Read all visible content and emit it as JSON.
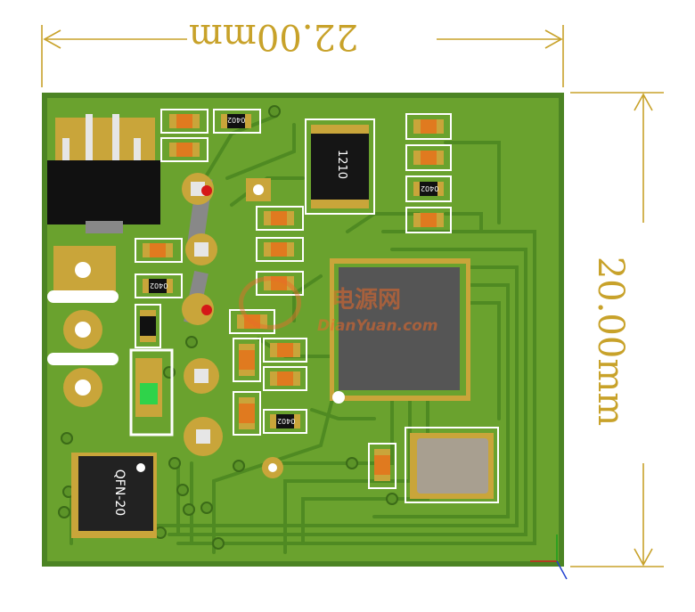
{
  "dimensions": {
    "width_label": "22.00mm",
    "height_label": "20.00mm"
  },
  "components": {
    "inductor_label": "1210",
    "ic_label": "QFN-20",
    "res_0402_a": "0402",
    "res_0402_b": "0402",
    "res_0402_c": "0402",
    "res_0402_d": "0402"
  },
  "watermark": {
    "cn": "电源网",
    "url": "DianYuan.com"
  },
  "colors": {
    "board": "#5f9a2a",
    "board_dark": "#3f7a1e",
    "copper": "#c9a53a",
    "dimension": "#c8a22a",
    "silkscreen": "#ffffff"
  }
}
